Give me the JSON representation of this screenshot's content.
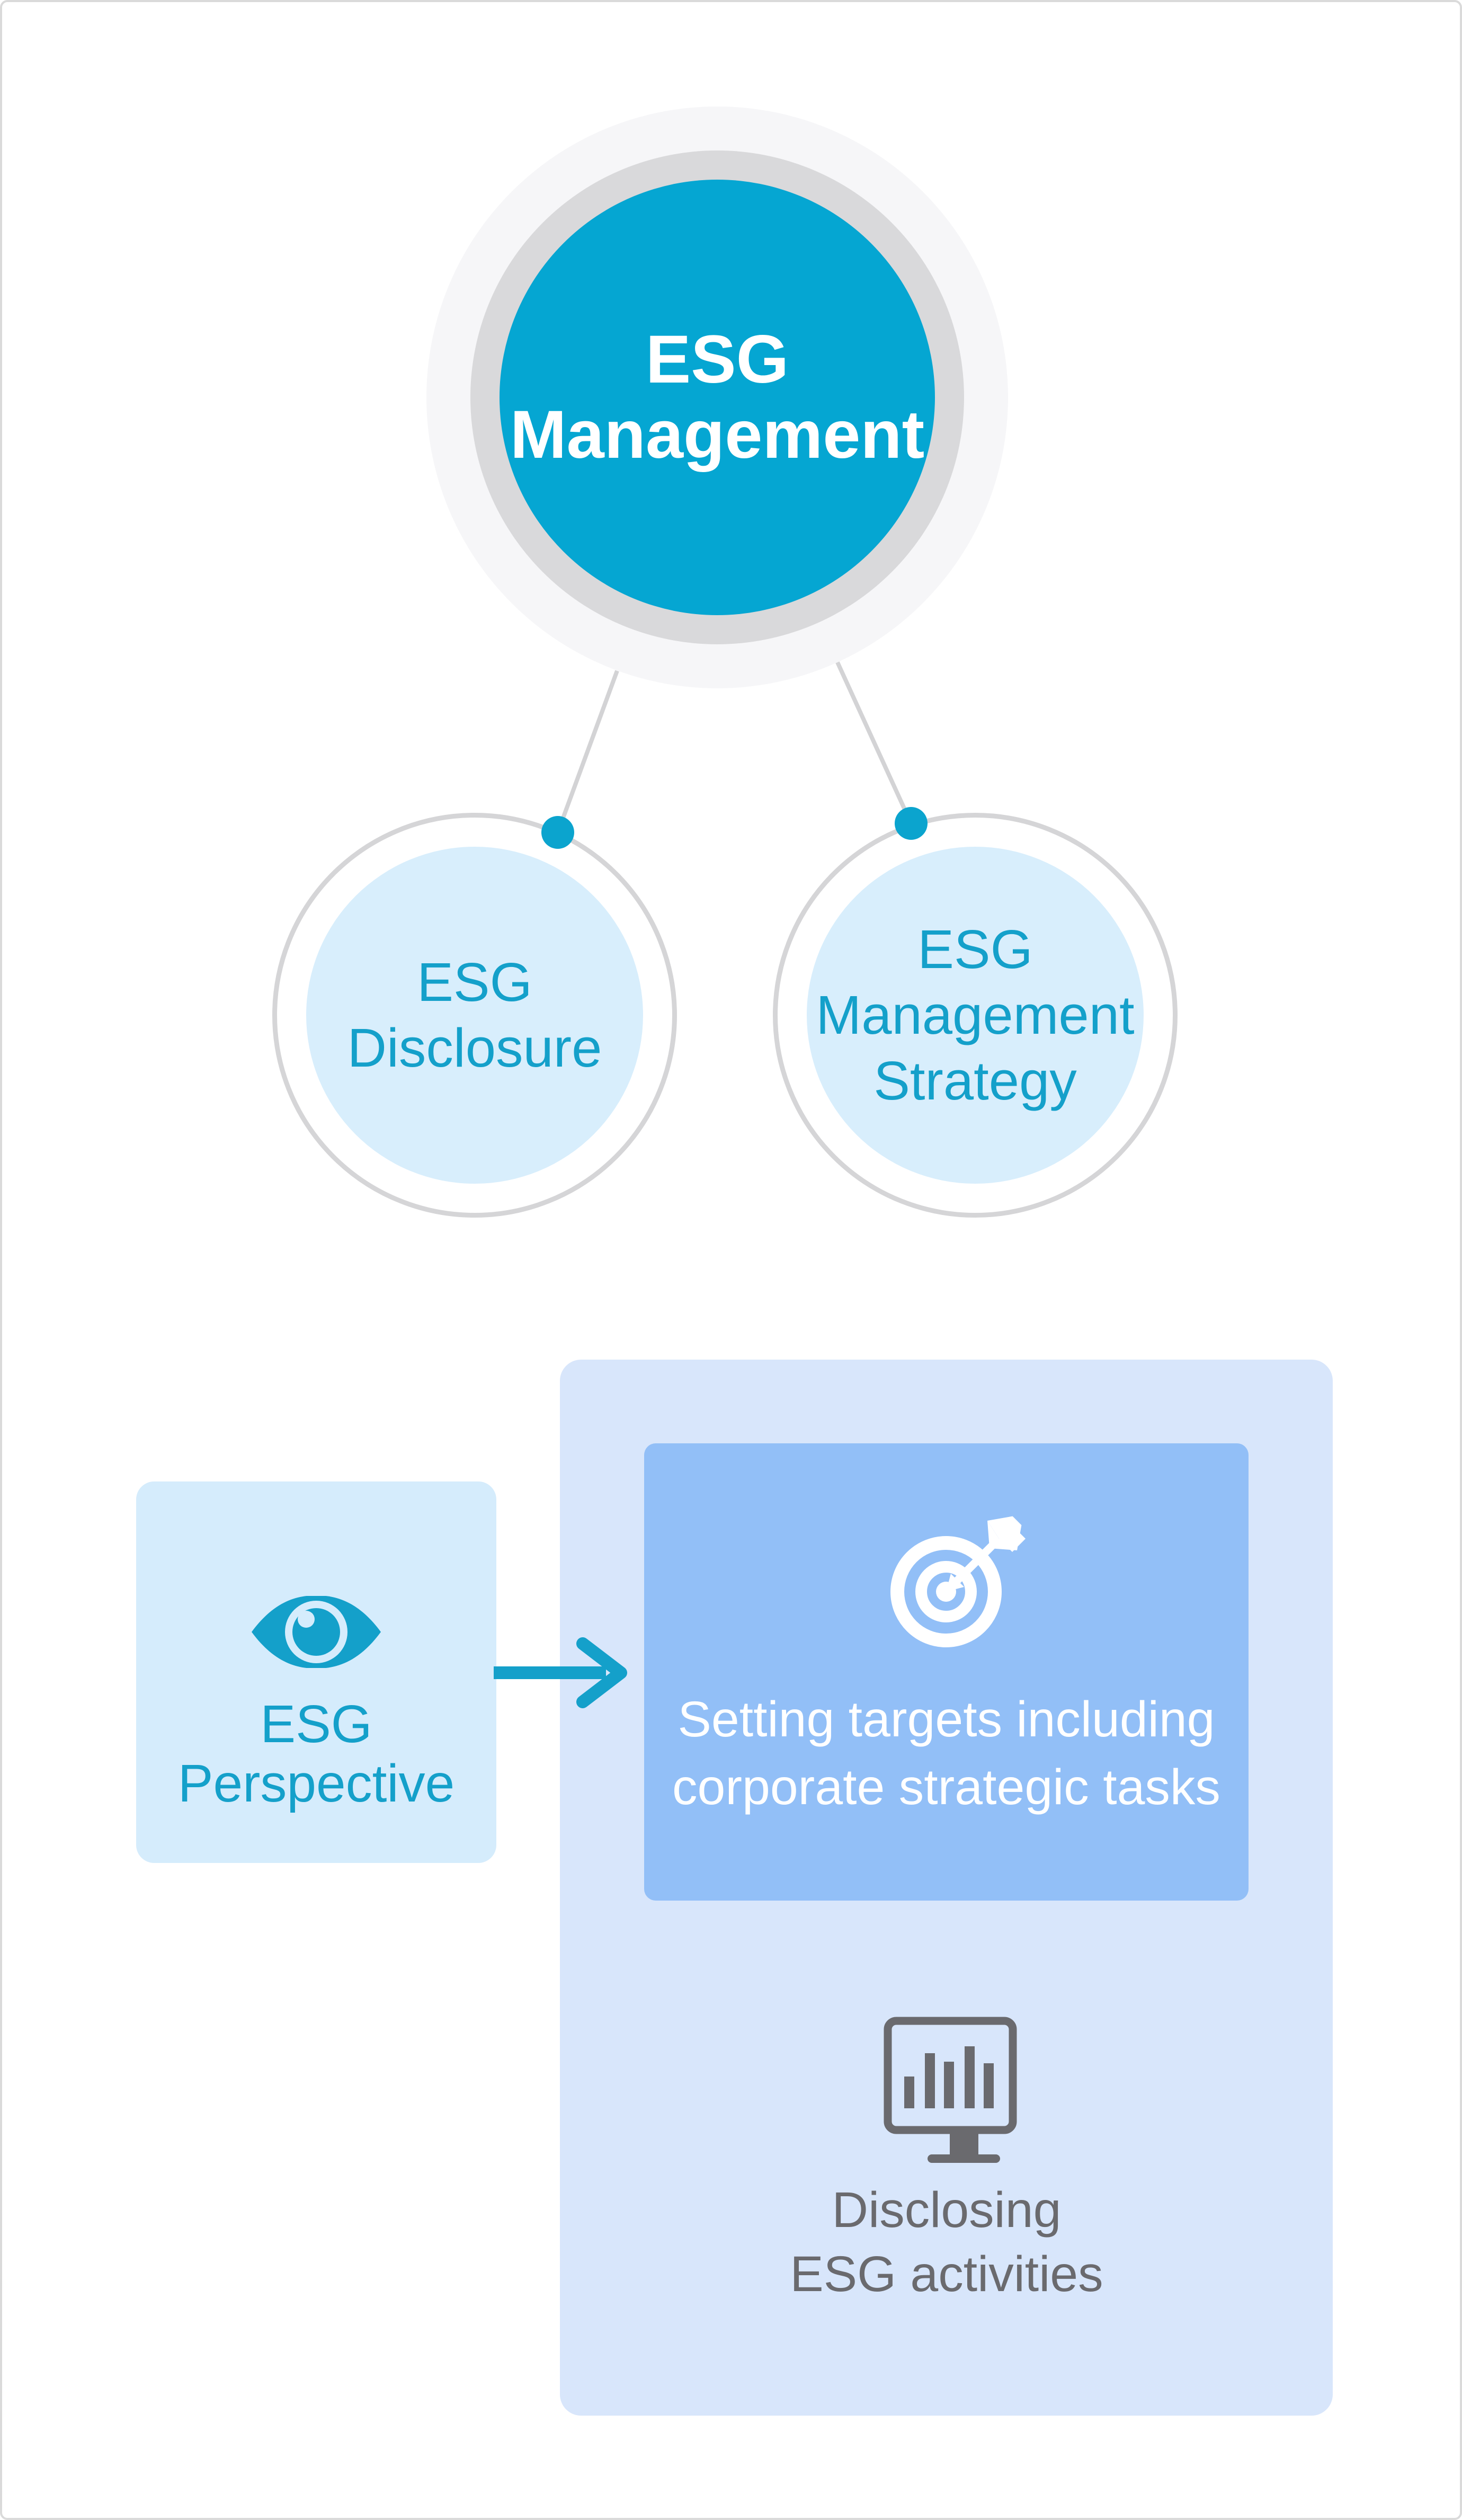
{
  "hierarchy": {
    "root": {
      "label": "ESG\nManagement"
    },
    "children": [
      {
        "label": "ESG\nDisclosure"
      },
      {
        "label": "ESG\nManagement\nStrategy"
      }
    ]
  },
  "flow": {
    "source": {
      "label": "ESG\nPerspective",
      "icon": "eye-icon"
    },
    "connector": {
      "icon": "arrow-right-icon"
    },
    "steps": [
      {
        "label": "Setting targets including\ncorporate strategic tasks",
        "icon": "target-arrow-icon"
      },
      {
        "label": "Disclosing\nESG activities",
        "icon": "monitor-bar-chart-icon"
      }
    ]
  },
  "colors": {
    "teal_circle": "#05a6d2",
    "teal_accent": "#14a0ca",
    "halo_gray": "#f6f6f8",
    "ring_gray": "#d9d9db",
    "connector_line_gray": "#d3d3d5",
    "sub_circle_fill": "#d8eefc",
    "perspective_card_fill": "#d5ecfc",
    "flow_container_fill": "#d8e6fb",
    "targets_card_fill": "#92bff7",
    "icon_text_gray": "#6a6a6e",
    "page_border": "#dadada",
    "white_text": "#ffffff"
  }
}
